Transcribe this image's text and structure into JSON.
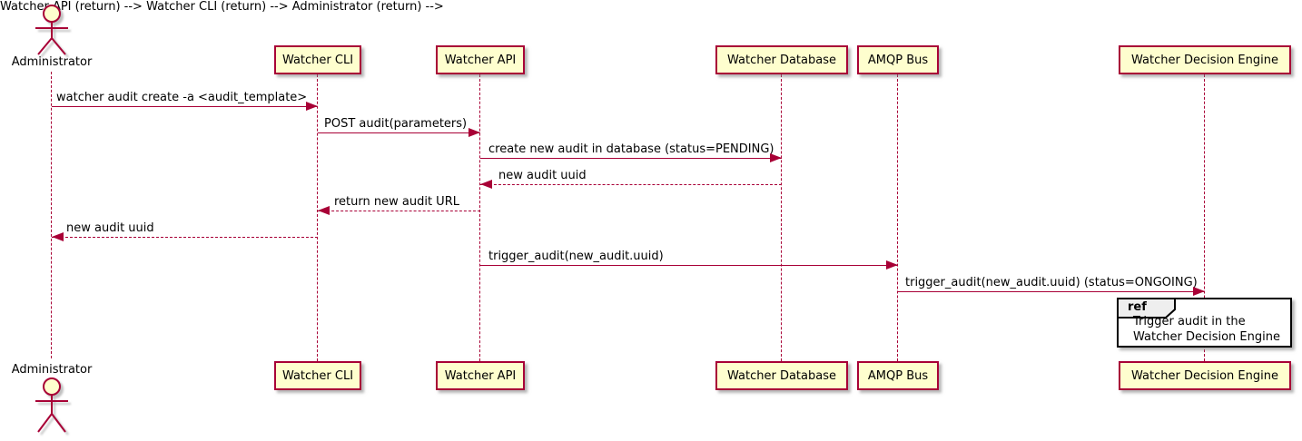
{
  "diagram": {
    "kind": "uml-sequence-diagram",
    "colors": {
      "accent": "#A80036",
      "participant_fill": "#FEFECE",
      "ref_header_fill": "#EEEEEE",
      "text": "#000000",
      "background": "#FFFFFF"
    }
  },
  "actor": {
    "label": "Administrator"
  },
  "participants": [
    {
      "label": "Watcher CLI"
    },
    {
      "label": "Watcher API"
    },
    {
      "label": "Watcher Database"
    },
    {
      "label": "AMQP Bus"
    },
    {
      "label": "Watcher Decision Engine"
    }
  ],
  "messages": [
    {
      "label": "watcher audit create -a <audit_template>",
      "from": "Administrator",
      "to": "Watcher CLI",
      "style": "solid"
    },
    {
      "label": "POST audit(parameters)",
      "from": "Watcher CLI",
      "to": "Watcher API",
      "style": "solid"
    },
    {
      "label": "create new audit in database (status=PENDING)",
      "from": "Watcher API",
      "to": "Watcher Database",
      "style": "solid"
    },
    {
      "label": "new audit uuid",
      "from": "Watcher Database",
      "to": "Watcher API",
      "style": "dashed"
    },
    {
      "label": "return new audit URL",
      "from": "Watcher API",
      "to": "Watcher CLI",
      "style": "dashed"
    },
    {
      "label": "new audit uuid",
      "from": "Watcher CLI",
      "to": "Administrator",
      "style": "dashed"
    },
    {
      "label": "trigger_audit(new_audit.uuid)",
      "from": "Watcher API",
      "to": "AMQP Bus",
      "style": "solid"
    },
    {
      "label": "trigger_audit(new_audit.uuid) (status=ONGOING)",
      "from": "AMQP Bus",
      "to": "Watcher Decision Engine",
      "style": "solid"
    }
  ],
  "ref": {
    "keyword": "ref",
    "lines": [
      "Trigger audit in the",
      "Watcher Decision Engine"
    ]
  }
}
